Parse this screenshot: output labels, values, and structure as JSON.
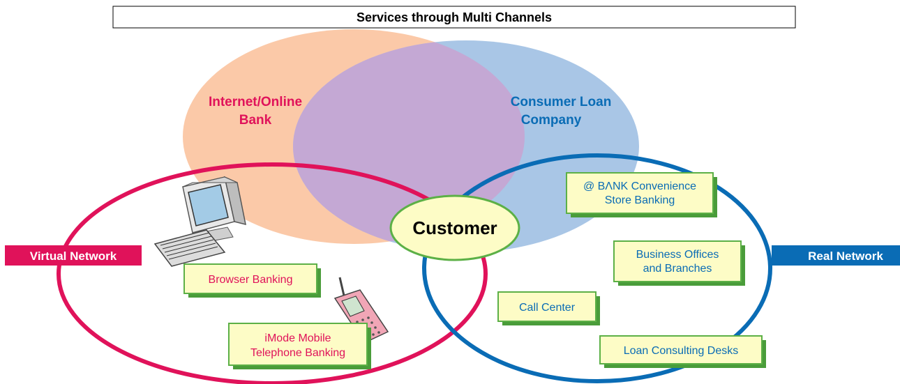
{
  "title": "Services through Multi Channels",
  "circles": {
    "internet_bank": {
      "line1": "Internet/Online",
      "line2": "Bank"
    },
    "consumer_loan": {
      "line1": "Consumer Loan",
      "line2": "Company"
    }
  },
  "center": {
    "label": "Customer"
  },
  "tags": {
    "virtual": "Virtual Network",
    "real": "Real Network"
  },
  "virtual_channels": {
    "browser": "Browser Banking",
    "imode_line1": "iMode Mobile",
    "imode_line2": "Telephone Banking"
  },
  "real_channels": {
    "bank_line1": "@ BΛNK Convenience",
    "bank_line2": "Store Banking",
    "offices_line1": "Business Offices",
    "offices_line2": "and Branches",
    "call": "Call Center",
    "loan": "Loan Consulting Desks"
  },
  "colors": {
    "virtual": "#e0125a",
    "real": "#0a6cb5",
    "internet_fill": "#fbc9a8",
    "consumer_fill": "#a9c6e6",
    "overlap_fill": "#c4a8d4",
    "box_fill": "#fdfcc6",
    "box_border": "#5cb046"
  },
  "icons": [
    "computer-icon",
    "mobile-phone-icon"
  ]
}
